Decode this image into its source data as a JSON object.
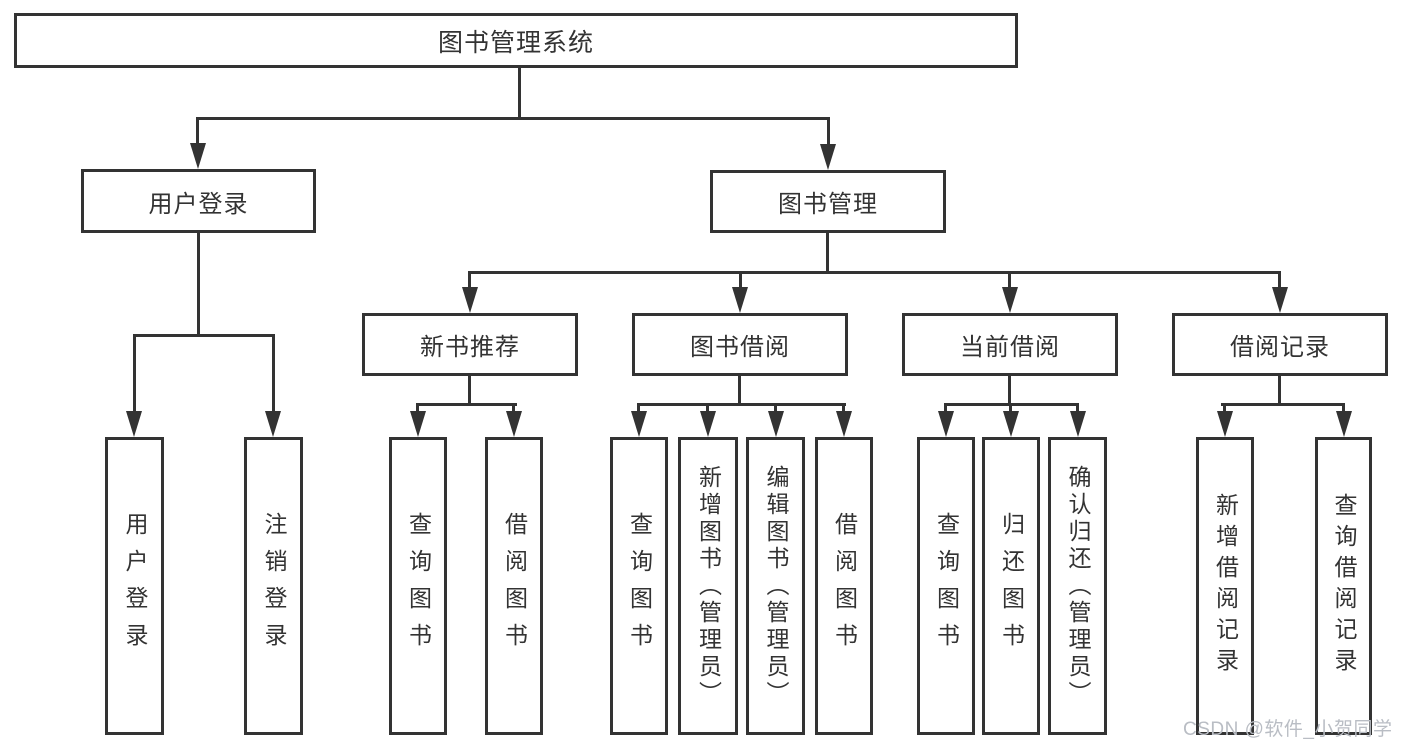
{
  "diagram": {
    "root": "图书管理系统",
    "branches": {
      "user": {
        "label": "用户登录",
        "leaves": [
          "用户登录",
          "注销登录"
        ]
      },
      "books": {
        "label": "图书管理",
        "groups": [
          {
            "label": "新书推荐",
            "leaves": [
              "查询图书",
              "借阅图书"
            ]
          },
          {
            "label": "图书借阅",
            "leaves": [
              "查询图书",
              "新增图书（管理员）",
              "编辑图书（管理员）",
              "借阅图书"
            ]
          },
          {
            "label": "当前借阅",
            "leaves": [
              "查询图书",
              "归还图书",
              "确认归还（管理员）"
            ]
          },
          {
            "label": "借阅记录",
            "leaves": [
              "新增借阅记录",
              "查询借阅记录"
            ]
          }
        ]
      }
    }
  },
  "watermark": "CSDN @软件_小贺同学",
  "colors": {
    "line": "#333333",
    "box_background": "#ffffff",
    "text": "#333333",
    "watermark_text": "#b9bdc4"
  }
}
